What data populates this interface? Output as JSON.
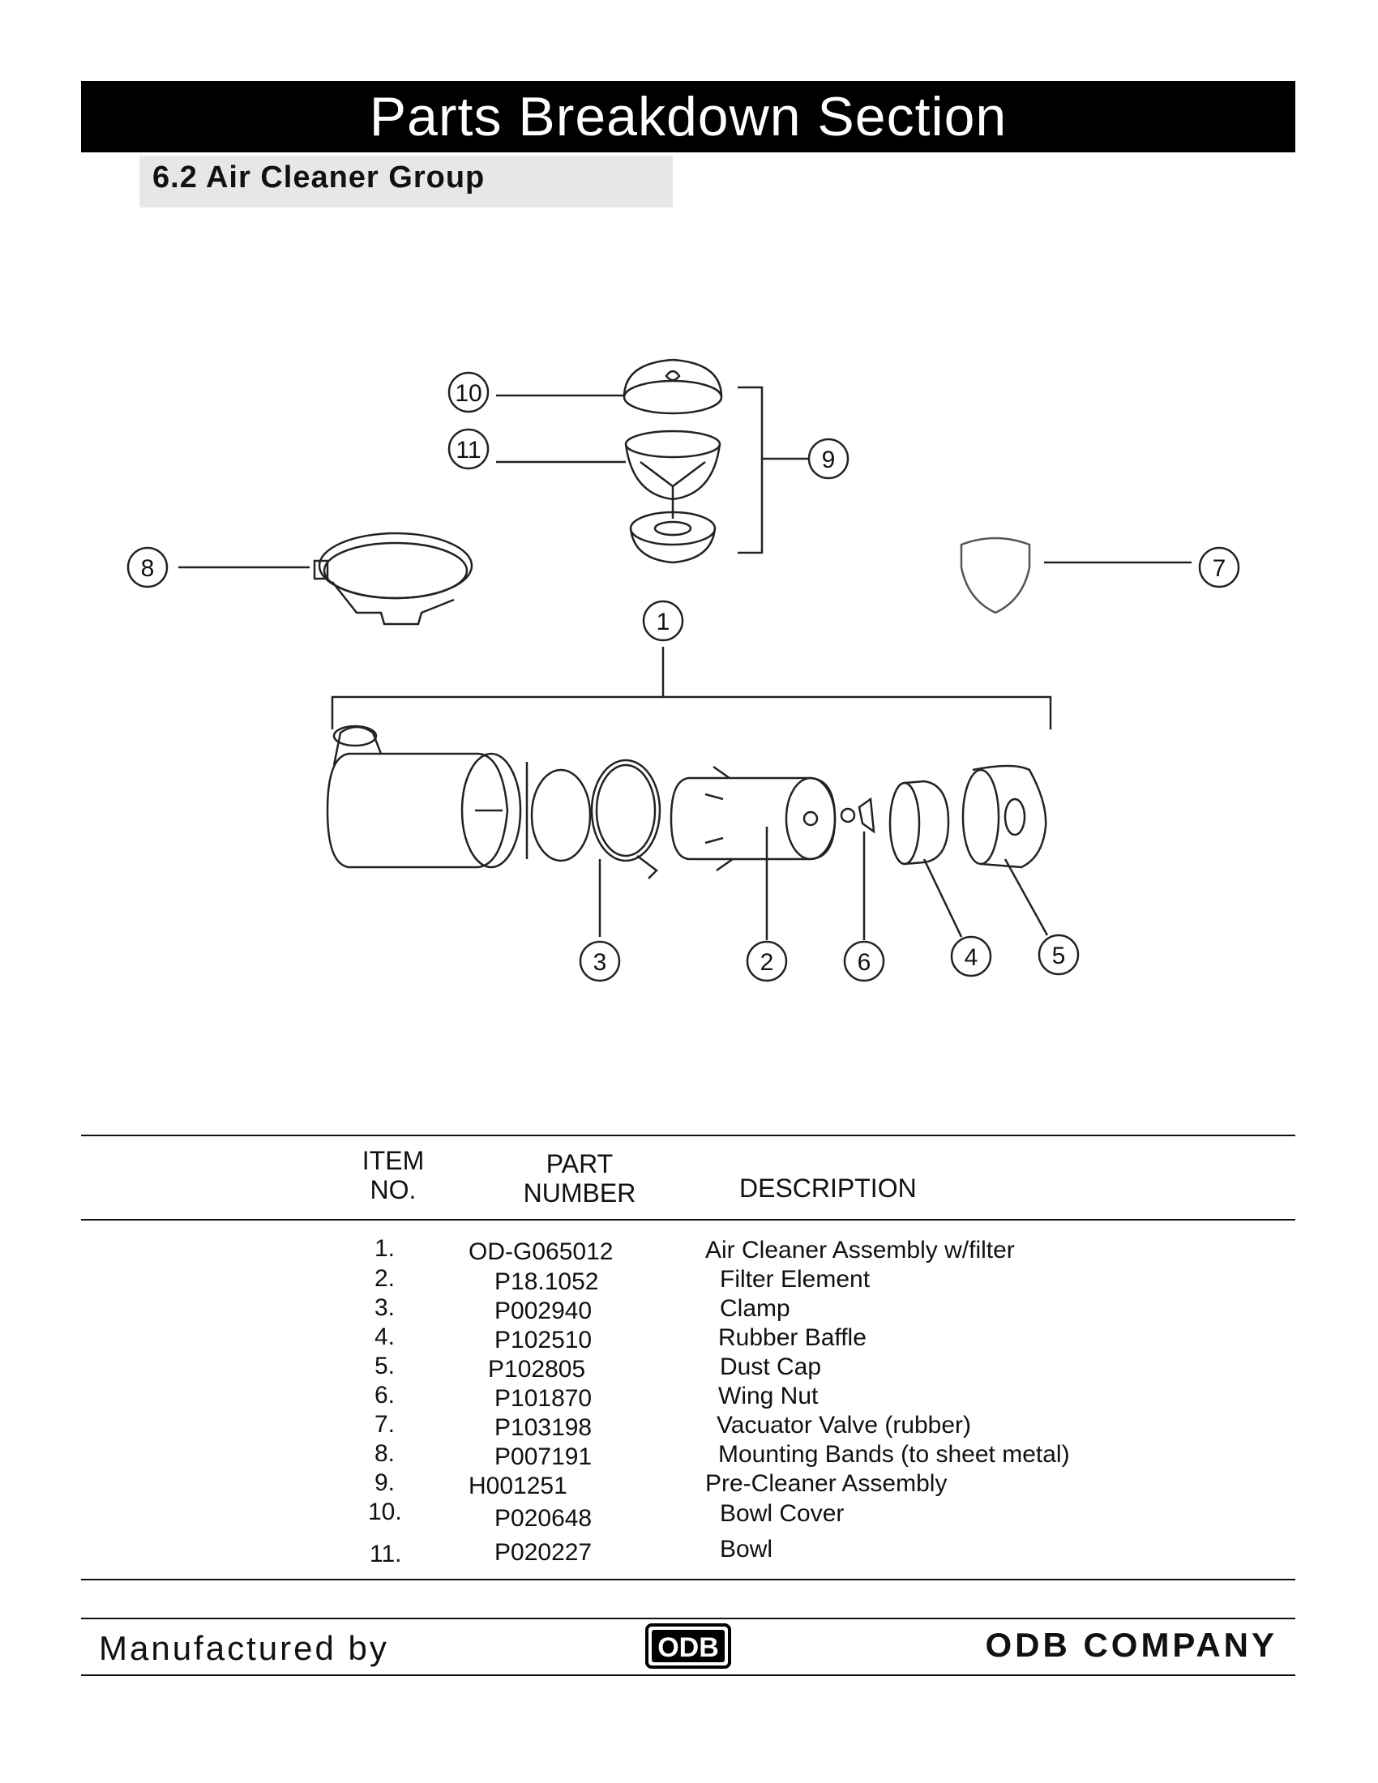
{
  "header": {
    "title": "Parts Breakdown Section",
    "subtitle": "6.2 Air Cleaner Group"
  },
  "diagram": {
    "callouts": [
      "1",
      "2",
      "3",
      "4",
      "5",
      "6",
      "7",
      "8",
      "9",
      "10",
      "11"
    ]
  },
  "table": {
    "headers": {
      "item_line1": "ITEM",
      "item_line2": "NO.",
      "part_line1": "PART",
      "part_line2": "NUMBER",
      "description": "DESCRIPTION"
    },
    "rows": [
      {
        "item": "1.",
        "part": "OD-G065012",
        "description": "Air Cleaner Assembly w/filter"
      },
      {
        "item": "2.",
        "part": "P18.1052",
        "description": "Filter Element"
      },
      {
        "item": "3.",
        "part": "P002940",
        "description": "Clamp"
      },
      {
        "item": "4.",
        "part": "P102510",
        "description": "Rubber Baffle"
      },
      {
        "item": "5.",
        "part": "P102805",
        "description": "Dust Cap"
      },
      {
        "item": "6.",
        "part": "P101870",
        "description": "Wing Nut"
      },
      {
        "item": "7.",
        "part": "P103198",
        "description": "Vacuator Valve (rubber)"
      },
      {
        "item": "8.",
        "part": "P007191",
        "description": "Mounting Bands (to sheet metal)"
      },
      {
        "item": "9.",
        "part": "H001251",
        "description": "Pre-Cleaner Assembly"
      },
      {
        "item": "10.",
        "part": "P020648",
        "description": "Bowl Cover"
      },
      {
        "item": "11.",
        "part": "P020227",
        "description": "Bowl"
      }
    ]
  },
  "footer": {
    "left": "Manufactured by",
    "logo_text": "ODB",
    "right": "ODB COMPANY"
  }
}
